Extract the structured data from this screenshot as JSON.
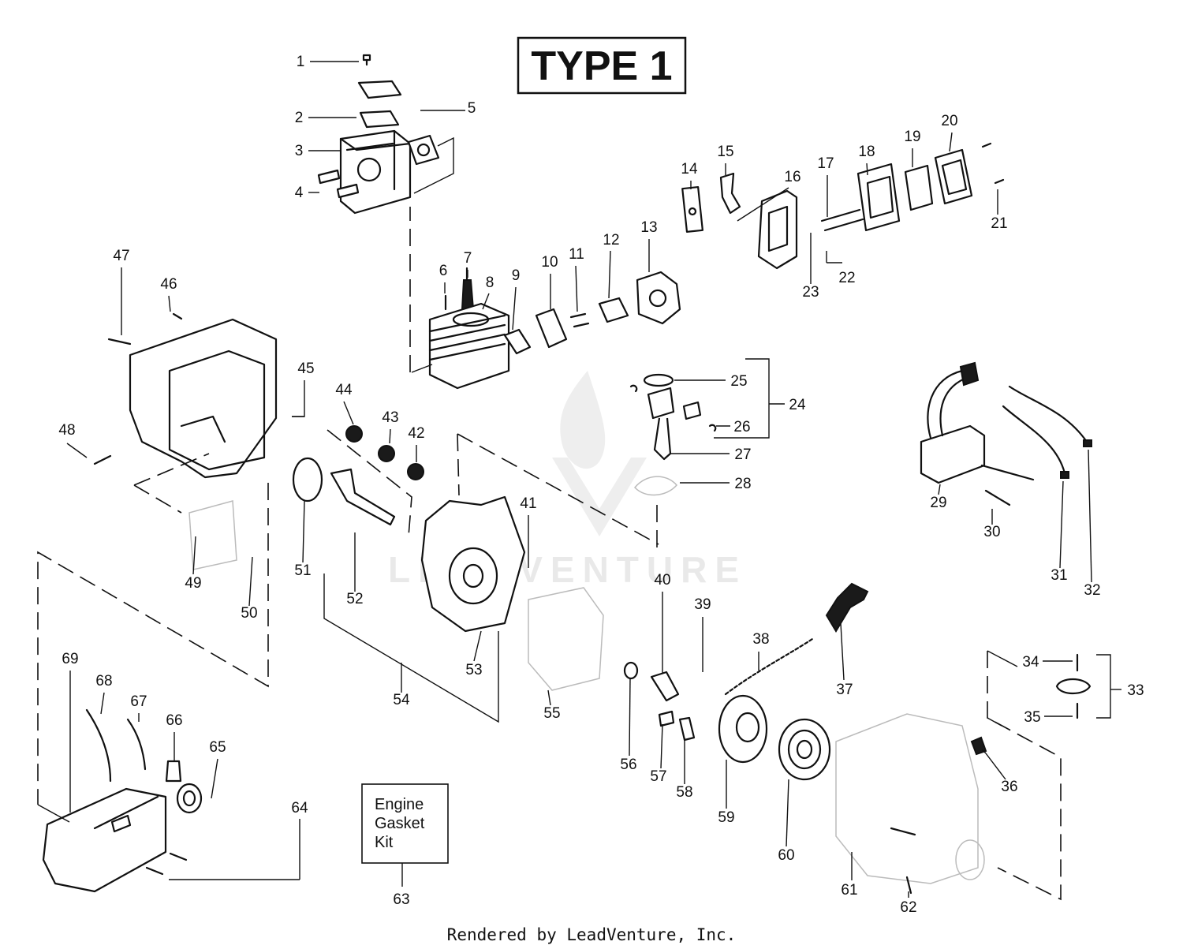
{
  "title": "TYPE 1",
  "kit_box": {
    "lines": [
      "Engine",
      "Gasket",
      "Kit"
    ]
  },
  "footer": "Rendered by LeadVenture, Inc.",
  "watermark": "LEADVENTURE",
  "labels": [
    "1",
    "2",
    "3",
    "4",
    "5",
    "6",
    "7",
    "8",
    "9",
    "10",
    "11",
    "12",
    "13",
    "14",
    "15",
    "16",
    "17",
    "18",
    "19",
    "20",
    "21",
    "22",
    "23",
    "24",
    "25",
    "26",
    "27",
    "28",
    "29",
    "30",
    "31",
    "32",
    "33",
    "34",
    "35",
    "36",
    "37",
    "38",
    "39",
    "40",
    "41",
    "42",
    "43",
    "44",
    "45",
    "46",
    "47",
    "48",
    "49",
    "50",
    "51",
    "52",
    "53",
    "54",
    "55",
    "56",
    "57",
    "58",
    "59",
    "60",
    "61",
    "62",
    "63",
    "64",
    "65",
    "66",
    "67",
    "68",
    "69"
  ]
}
